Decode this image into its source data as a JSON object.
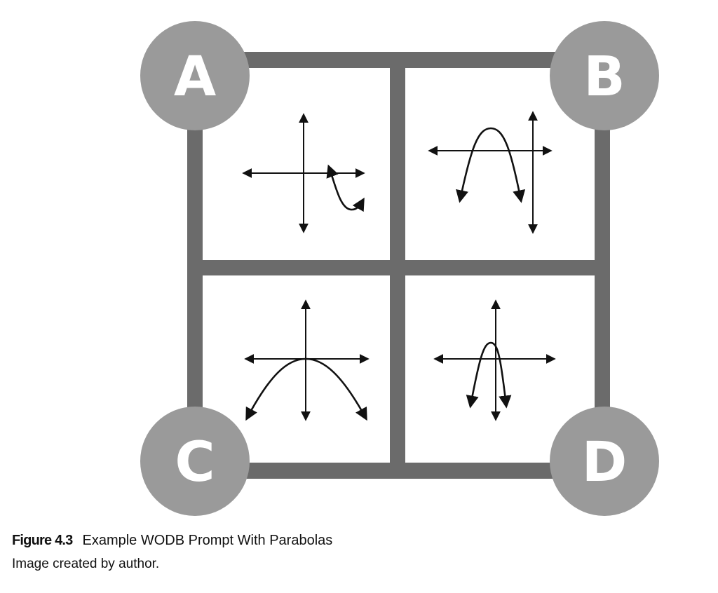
{
  "figure": {
    "panels": [
      {
        "label": "A",
        "description_id": "panel-a"
      },
      {
        "label": "B",
        "description_id": "panel-b"
      },
      {
        "label": "C",
        "description_id": "panel-c"
      },
      {
        "label": "D",
        "description_id": "panel-d"
      }
    ],
    "colors": {
      "frame": "#6b6b6b",
      "badge": "#9a9a9a",
      "badge_text": "#ffffff",
      "curve": "#111111"
    }
  },
  "caption": {
    "number": "Figure 4.3",
    "title": "Example WODB Prompt With Parabolas",
    "credit": "Image created by author."
  }
}
